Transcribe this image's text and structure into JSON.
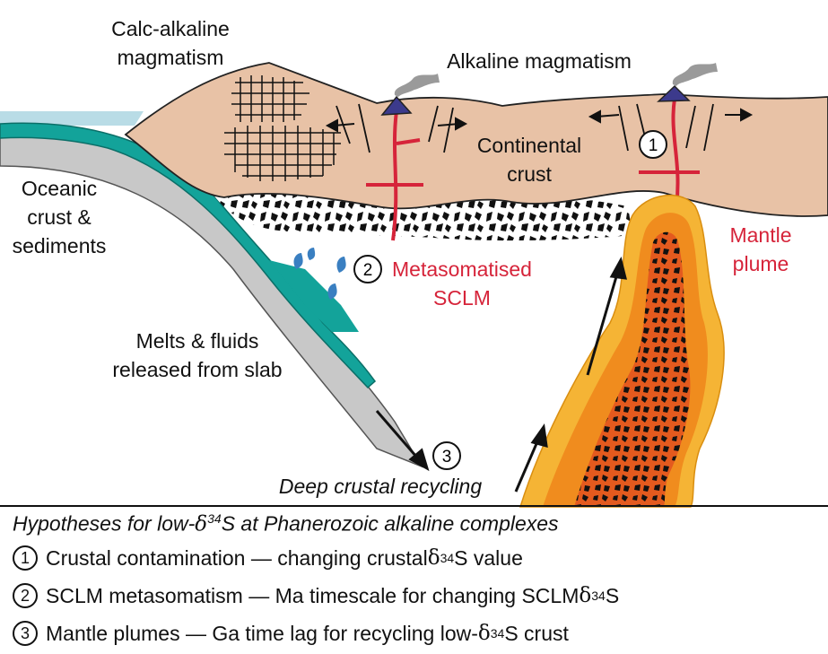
{
  "labels": {
    "calc_alkaline_1": "Calc-alkaline",
    "calc_alkaline_2": "magmatism",
    "alkaline": "Alkaline magmatism",
    "continental_1": "Continental",
    "continental_2": "crust",
    "oceanic_1": "Oceanic",
    "oceanic_2": "crust &",
    "oceanic_3": "sediments",
    "mantle_1": "Mantle",
    "mantle_2": "plume",
    "meta_1": "Metasomatised",
    "meta_2": "SCLM",
    "melts_1": "Melts & fluids",
    "melts_2": "released from slab",
    "deep": "Deep crustal recycling",
    "num1": "1",
    "num2": "2",
    "num3": "3"
  },
  "legend": {
    "title_pre": "Hypotheses for low-",
    "delta": "δ",
    "sup": "34",
    "title_post": "S at Phanerozoic alkaline complexes",
    "items": [
      {
        "num": "1",
        "pre": "Crustal contamination — changing crustal ",
        "post": "S value"
      },
      {
        "num": "2",
        "pre": "SCLM metasomatism — Ma timescale for changing SCLM ",
        "post": "S"
      },
      {
        "num": "3",
        "pre": "Mantle plumes — Ga time lag for recycling low-",
        "post": "S crust"
      }
    ]
  },
  "colors": {
    "crust": "#e8c2a6",
    "ocean": "#b9dce6",
    "slab_teal": "#13a39a",
    "slab_grey": "#c8c8c8",
    "plume_outer": "#f5b435",
    "plume_mid": "#f08c1e",
    "plume_core": "#e45a1e",
    "dike": "#d6243a",
    "volcano": "#3c3a8c",
    "droplet": "#3a7fc1"
  }
}
